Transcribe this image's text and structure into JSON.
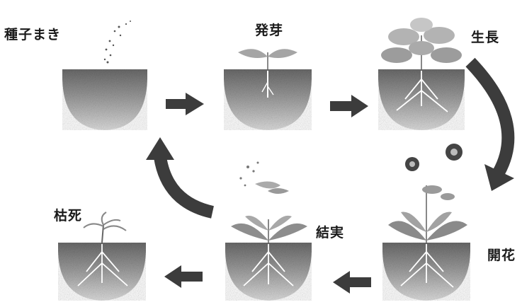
{
  "diagram": {
    "stages": [
      {
        "id": "sowing",
        "label": "種子まき"
      },
      {
        "id": "germination",
        "label": "発芽"
      },
      {
        "id": "growth",
        "label": "生長"
      },
      {
        "id": "flowering",
        "label": "開花"
      },
      {
        "id": "fruiting",
        "label": "結実"
      },
      {
        "id": "withering",
        "label": "枯死"
      }
    ],
    "colors": {
      "soil_light": "#d9d9d9",
      "soil_dark": "#6e6e6e",
      "plant": "#9a9a9a",
      "arrow": "#3c3c3c",
      "label": "#1a1a1a"
    },
    "icons": {
      "soil": "soil-bowl-icon",
      "arrow": "right-arrow-icon",
      "curved_arrow": "curved-arrow-icon"
    }
  }
}
